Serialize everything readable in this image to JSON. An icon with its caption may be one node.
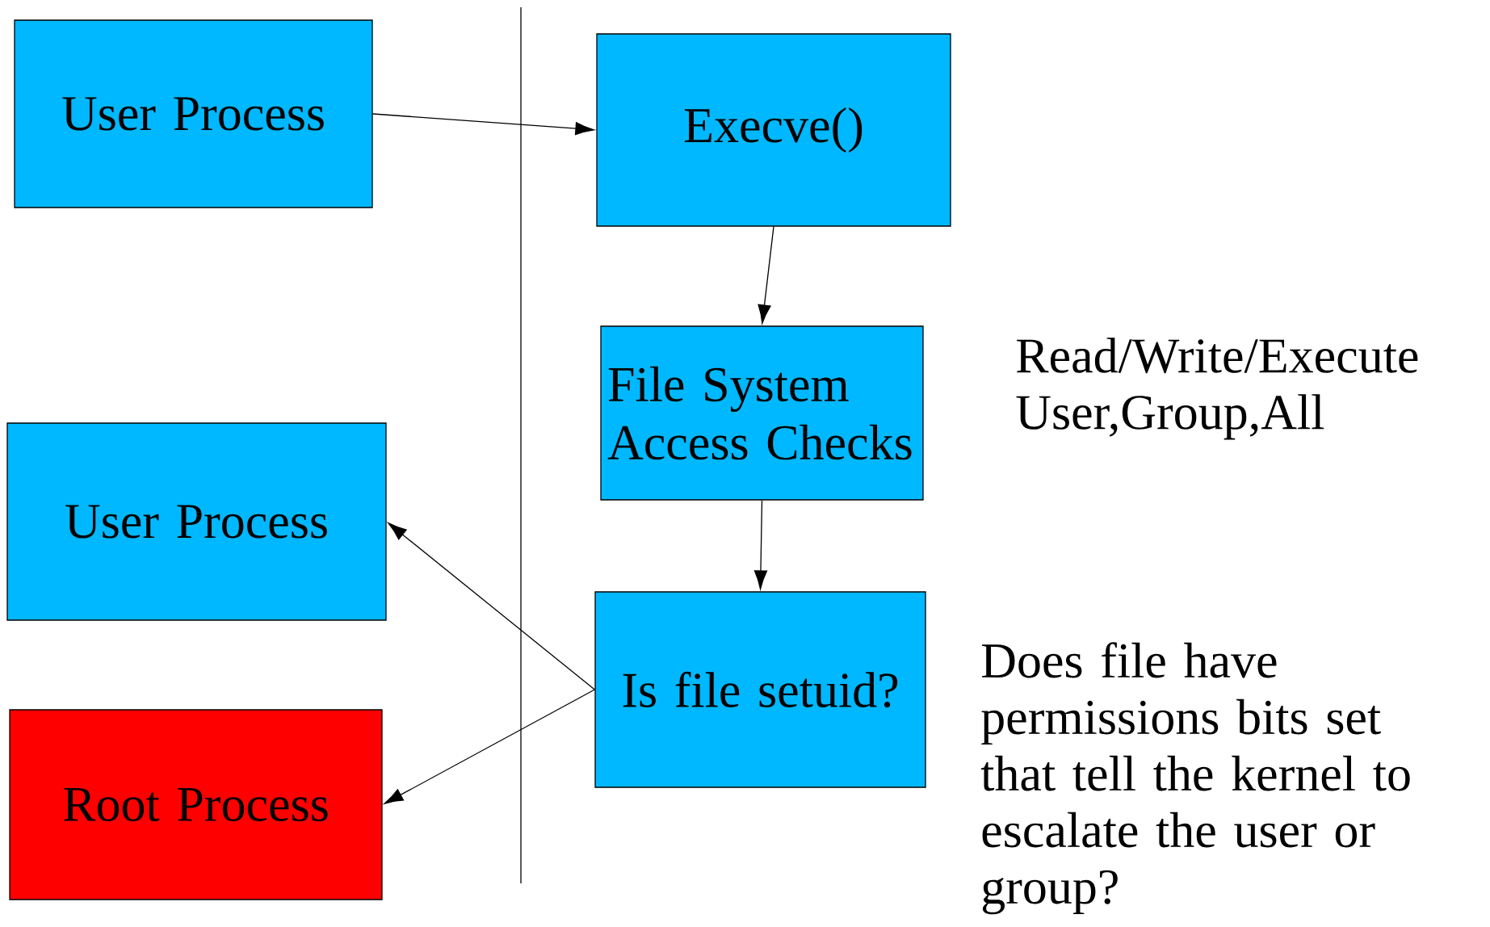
{
  "diagram": {
    "nodes": [
      {
        "text": [
          "User Process"
        ]
      },
      {
        "text": [
          "Execve()"
        ]
      },
      {
        "text": [
          "File System Access Checks"
        ]
      },
      {
        "text": [
          "Is file setuid?"
        ]
      },
      {
        "text": [
          "User Process"
        ]
      },
      {
        "text": [
          "Root Process"
        ]
      }
    ],
    "edges": [
      {
        "from": 0,
        "to": 1,
        "arrow": "to"
      },
      {
        "from": 1,
        "to": 2,
        "arrow": "to"
      },
      {
        "from": 2,
        "to": 3,
        "arrow": "to"
      },
      {
        "from": 3,
        "to": 4,
        "arrow": "to"
      },
      {
        "from": 3,
        "to": 5,
        "arrow": "to"
      }
    ],
    "labels": [
      "Read/Write/Execute User,Group,All",
      "Does file have permissions bits set that tell the kernel to escalate the user or group?"
    ]
  }
}
